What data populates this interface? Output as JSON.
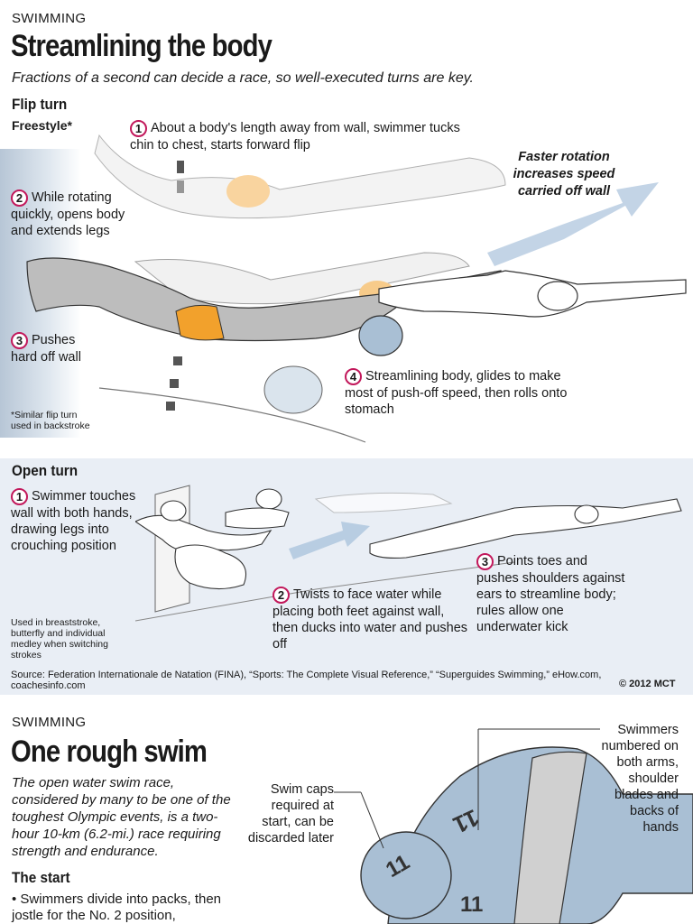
{
  "top": {
    "kicker": "SWIMMING",
    "headline": "Streamlining the body",
    "deck": "Fractions of a second can decide a race, so well-executed turns are key."
  },
  "flip_turn": {
    "title": "Flip turn",
    "subtitle": "Freestyle*",
    "callout": "Faster rotation increases speed carried off wall",
    "steps": [
      {
        "num": "1",
        "text": "About a body's length away from wall, swimmer tucks chin to chest, starts forward flip"
      },
      {
        "num": "2",
        "text": "While rotating quickly, opens body and extends legs"
      },
      {
        "num": "3",
        "text": "Pushes hard off wall"
      },
      {
        "num": "4",
        "text": "Streamlining body, glides to make most of push-off speed, then rolls onto stomach"
      }
    ],
    "footnote": "*Similar flip turn used in backstroke"
  },
  "open_turn": {
    "title": "Open turn",
    "steps": [
      {
        "num": "1",
        "text": "Swimmer touches wall with both hands, drawing legs into crouching position"
      },
      {
        "num": "2",
        "text": "Twists to face water while placing both feet against wall, then ducks into water and pushes off"
      },
      {
        "num": "3",
        "text": "Points toes and pushes shoulders against ears to streamline body; rules allow one underwater kick"
      }
    ],
    "note": "Used in breaststroke, butterfly and individual medley when switching strokes",
    "source": "Source: Federation Internationale de Natation (FINA), “Sports: The Complete Visual Reference,” “Superguides Swimming,” eHow.com, coachesinfo.com",
    "credit": "© 2012 MCT"
  },
  "bottom": {
    "kicker": "SWIMMING",
    "headline": "One rough swim",
    "deck": "The open water swim race, considered by many to be one of the toughest Olympic events, is a two-hour 10-km (6.2-mi.) race requiring strength and endurance.",
    "section": "The start",
    "bullet": "• Swimmers divide into packs, then jostle for the No. 2 position,",
    "label_caps": "Swim caps required at start, can be discarded later",
    "label_numbers": "Swimmers numbered on both arms, shoulder blades and backs of hands",
    "cap_number": "11"
  },
  "colors": {
    "accent_ring": "#c2185b",
    "suit_orange": "#f2a12c",
    "skin_gray": "#c9c9c9",
    "cap_blue": "#a9bfd4",
    "panel_blue": "#e9eef5",
    "arrow_blue": "#9fb9d4"
  }
}
